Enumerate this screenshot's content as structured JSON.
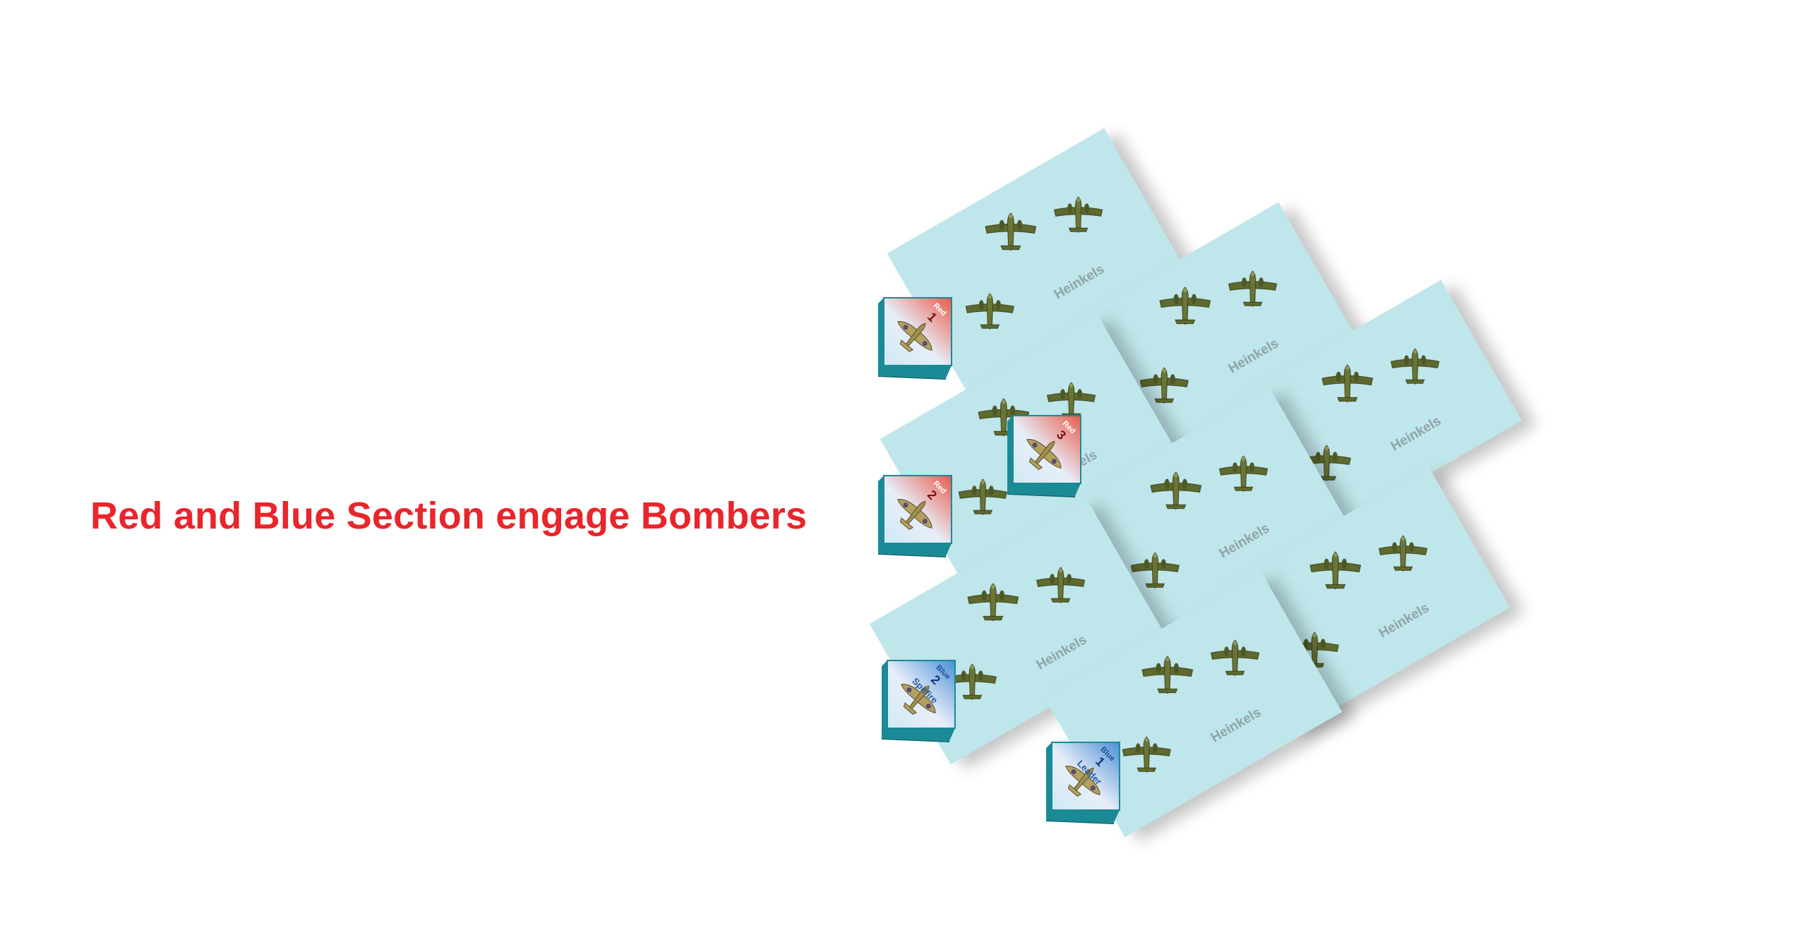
{
  "caption": "Red and Blue Section engage Bombers",
  "colors": {
    "caption": "#e8262b",
    "card_fill": "#bfe6ea",
    "counter_side": "#1a8a96",
    "red_section": "#e85a4a",
    "blue_section": "#4a8fd6"
  },
  "bomber_cards": [
    {
      "label": "Heinkels"
    },
    {
      "label": "Heinkels"
    },
    {
      "label": "Heinkels"
    },
    {
      "label": "Heinkels"
    },
    {
      "label": "Heinkels"
    },
    {
      "label": "Heinkels"
    },
    {
      "label": "Heinkels"
    },
    {
      "label": "Heinkels"
    }
  ],
  "fighter_counters": [
    {
      "section": "red",
      "number": "1",
      "side_text": "Red"
    },
    {
      "section": "red",
      "number": "2",
      "side_text": "Red"
    },
    {
      "section": "red",
      "number": "3",
      "side_text": "Red"
    },
    {
      "section": "blue",
      "number": "2",
      "side_text": "Blue",
      "name": "Spitfire"
    },
    {
      "section": "blue",
      "number": "1",
      "side_text": "Blue",
      "name": "Leader"
    }
  ]
}
